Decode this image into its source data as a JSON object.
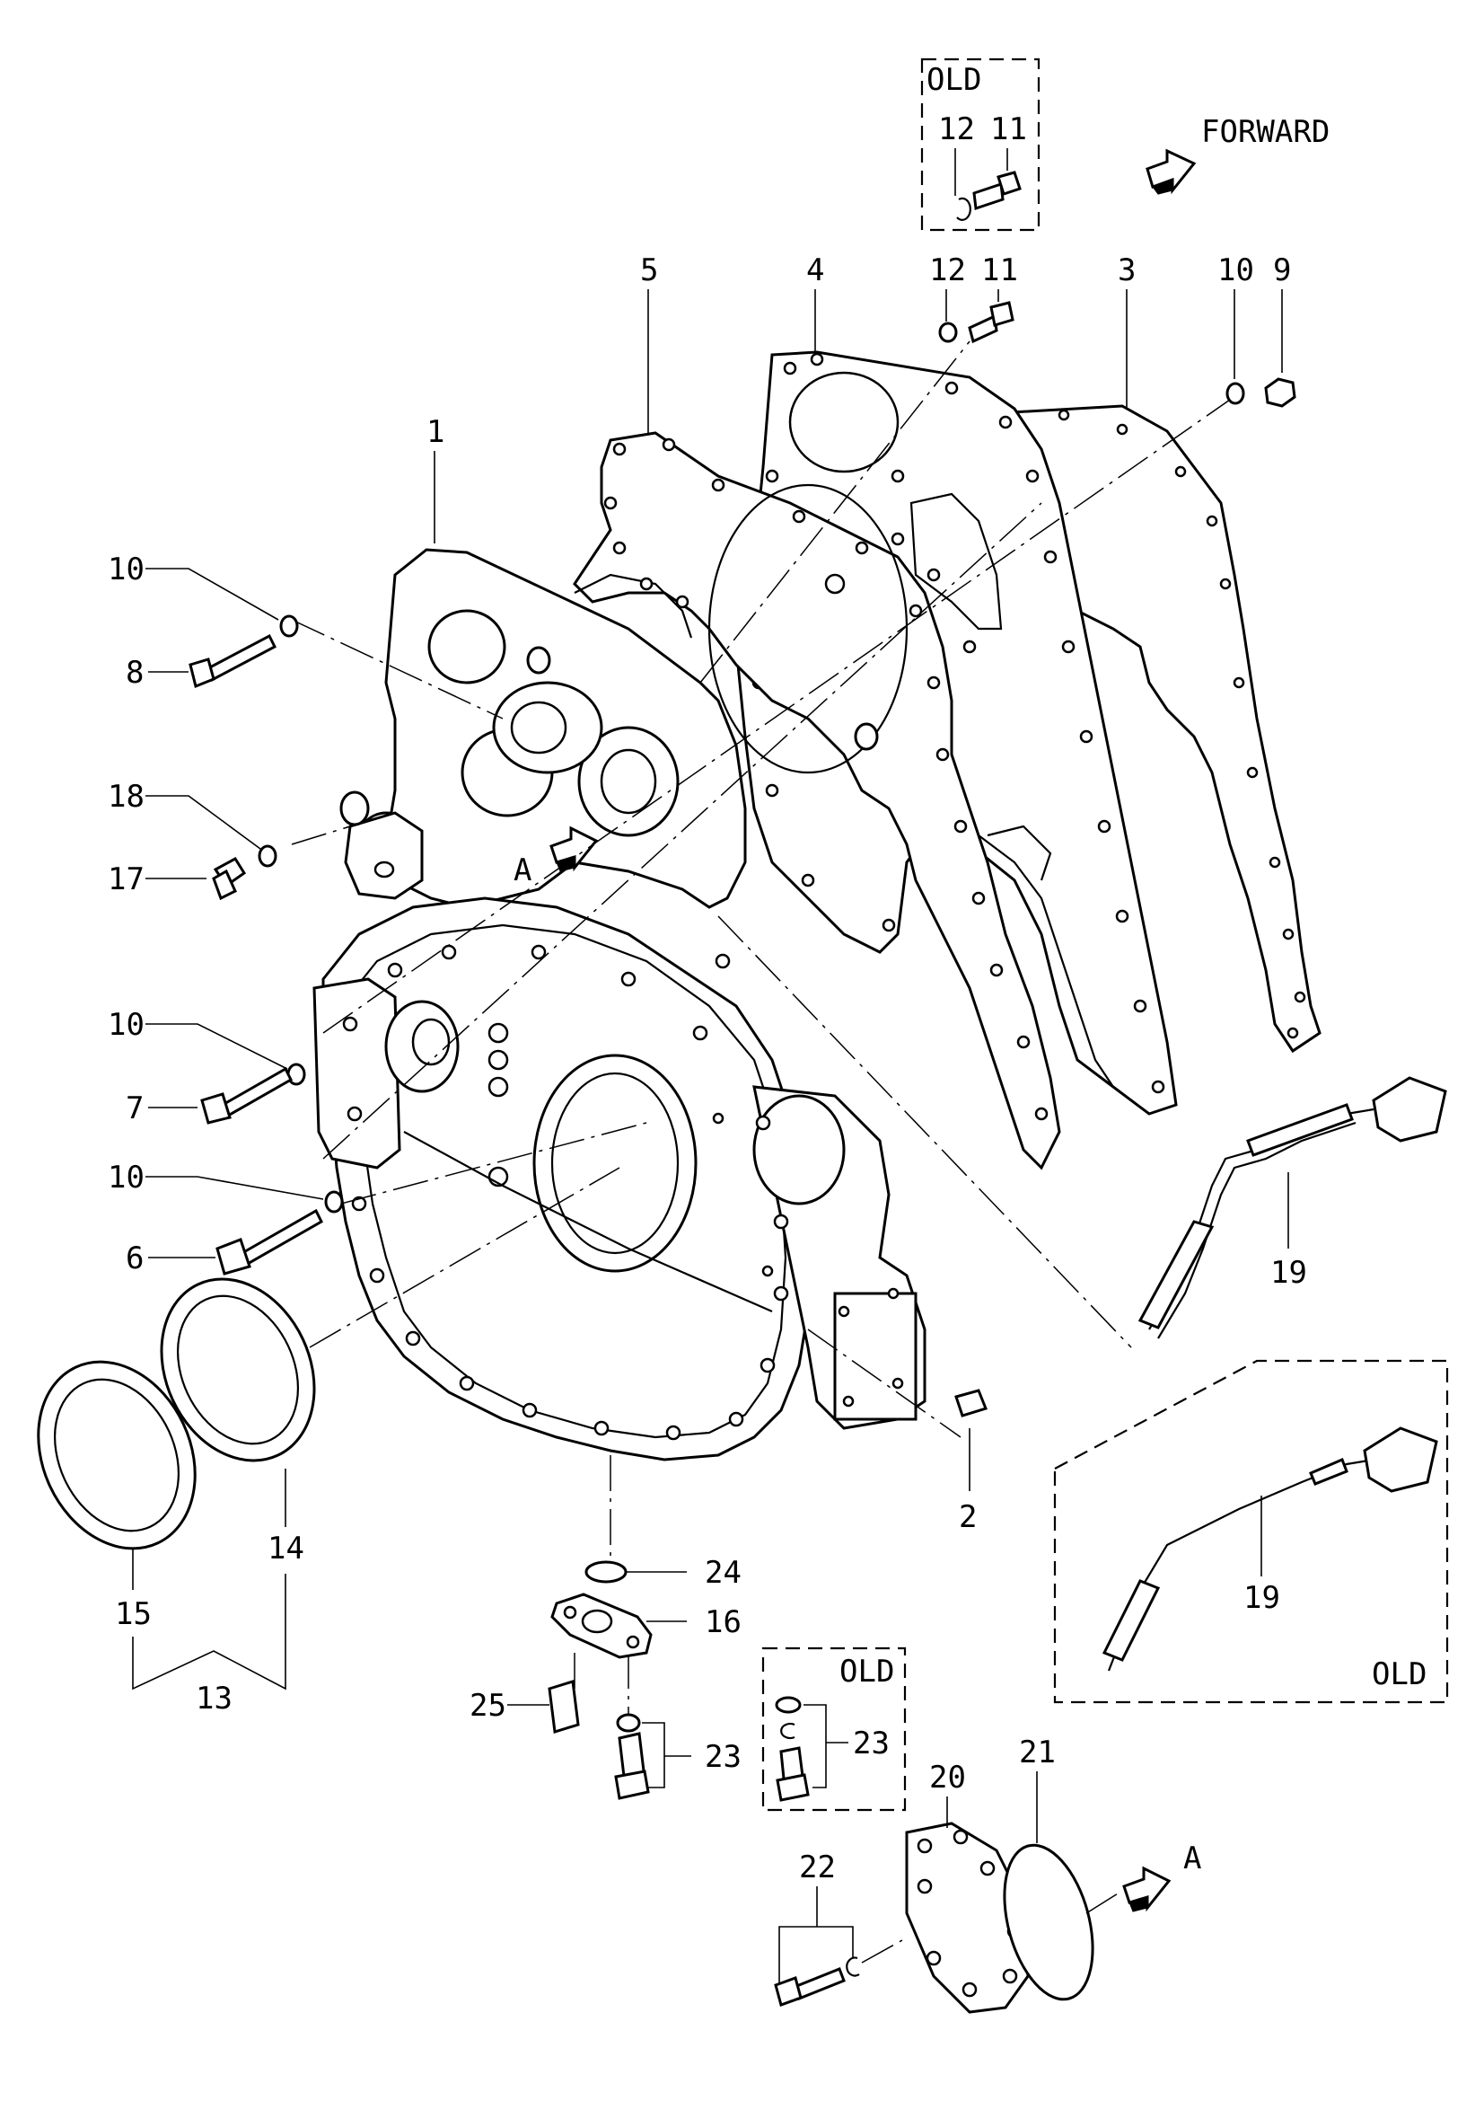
{
  "callouts": {
    "c1": "1",
    "c2": "2",
    "c3": "3",
    "c4": "4",
    "c5": "5",
    "c6": "6",
    "c7": "7",
    "c8": "8",
    "c9": "9",
    "c10a": "10",
    "c10b": "10",
    "c10c": "10",
    "c10d": "10",
    "c11a": "11",
    "c11b": "11",
    "c12a": "12",
    "c12b": "12",
    "c13": "13",
    "c14": "14",
    "c15": "15",
    "c16": "16",
    "c17": "17",
    "c18": "18",
    "c19a": "19",
    "c19b": "19",
    "c20": "20",
    "c21": "21",
    "c22": "22",
    "c23a": "23",
    "c23b": "23",
    "c24": "24",
    "c25": "25"
  },
  "labels": {
    "forward": "FORWARD",
    "view_a_main": "A",
    "view_a_detail": "A",
    "old_top": "OLD",
    "old_sensor": "OLD",
    "old_bolts": "OLD"
  },
  "icons": {
    "forward_arrow": "block-arrow-icon",
    "view_arrow": "block-arrow-icon"
  }
}
